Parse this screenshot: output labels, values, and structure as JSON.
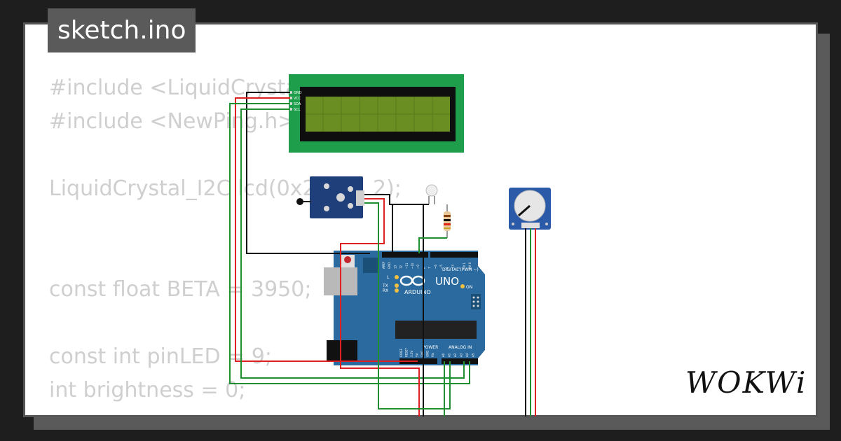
{
  "file_tab": {
    "label": "sketch.ino"
  },
  "code": {
    "lines": [
      "#include <LiquidCrysta",
      "#include <NewPing.h>",
      "LiquidCrystal_I2C lcd(0x2",
      "2);",
      "const float BETA = 3950;",
      "const int pinLED = 9;",
      "int brightness = 0;"
    ]
  },
  "lcd": {
    "pins": [
      "GND",
      "VCC",
      "SDA",
      "SCL"
    ]
  },
  "arduino": {
    "brand": "ARDUINO",
    "model": "UNO",
    "digital_label": "DIGITAL (PWM ~)",
    "power_label": "POWER",
    "analog_label": "ANALOG IN",
    "on_label": "ON",
    "led_l": "L",
    "led_tx": "TX",
    "led_rx": "RX",
    "top_pins": [
      "AREF",
      "GND",
      "13",
      "12",
      "~11",
      "~10",
      "~9",
      "8",
      "7",
      "~6",
      "~5",
      "4",
      "~3",
      "2",
      "TX 1",
      "RX 0"
    ],
    "power_pins": [
      "IOREF",
      "RESET",
      "3.3V",
      "5V",
      "GND",
      "GND",
      "Vin"
    ],
    "analog_pins": [
      "A0",
      "A1",
      "A2",
      "A3",
      "A4",
      "A5"
    ]
  },
  "logo": {
    "text": "WOKWi"
  },
  "colors": {
    "board": "#2a6a9e",
    "lcd_pcb": "#1e9e4a",
    "lcd_screen": "#6b8e23",
    "wire_red": "#e02020",
    "wire_green": "#1f8f2f",
    "wire_black": "#111111"
  }
}
